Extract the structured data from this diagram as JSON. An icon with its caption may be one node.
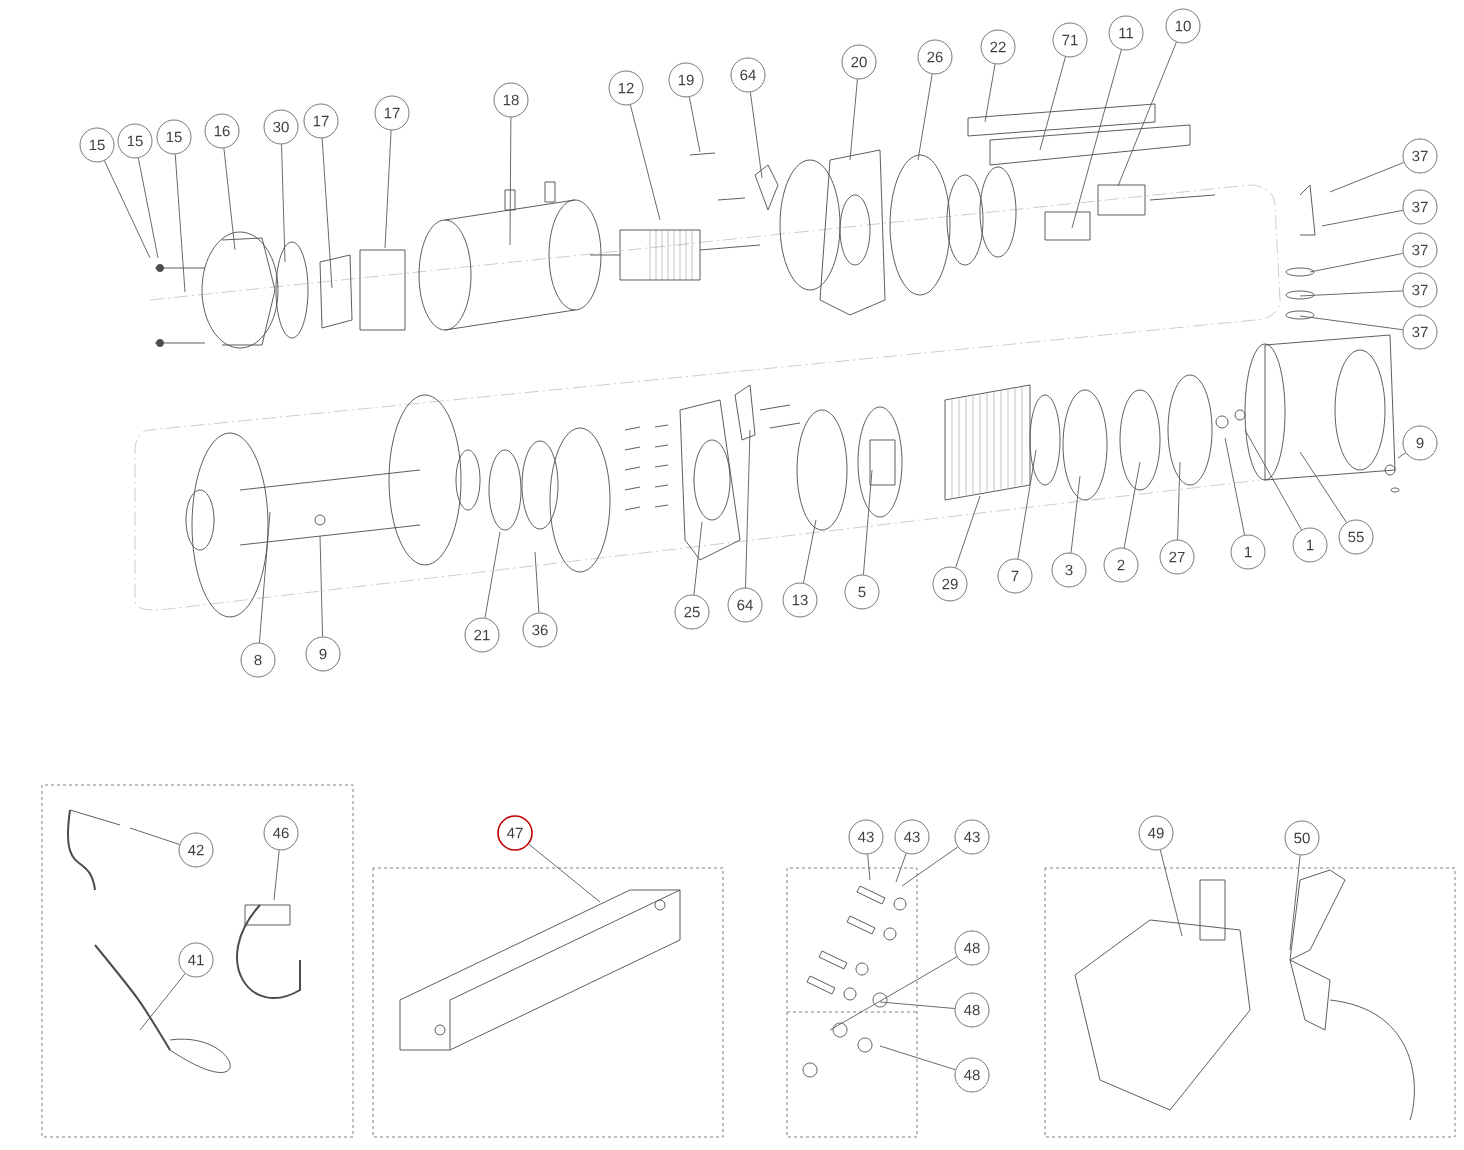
{
  "diagram": {
    "nodes": [
      {
        "text": [
          "15"
        ]
      },
      {
        "text": [
          "15"
        ]
      },
      {
        "text": [
          "15"
        ]
      },
      {
        "text": [
          "16"
        ]
      },
      {
        "text": [
          "30"
        ]
      },
      {
        "text": [
          "17"
        ]
      },
      {
        "text": [
          "17"
        ]
      },
      {
        "text": [
          "18"
        ]
      },
      {
        "text": [
          "12"
        ]
      },
      {
        "text": [
          "19"
        ]
      },
      {
        "text": [
          "64"
        ]
      },
      {
        "text": [
          "20"
        ]
      },
      {
        "text": [
          "26"
        ]
      },
      {
        "text": [
          "22"
        ]
      },
      {
        "text": [
          "71"
        ]
      },
      {
        "text": [
          "11"
        ]
      },
      {
        "text": [
          "10"
        ]
      },
      {
        "text": [
          "37"
        ]
      },
      {
        "text": [
          "37"
        ]
      },
      {
        "text": [
          "37"
        ]
      },
      {
        "text": [
          "37"
        ]
      },
      {
        "text": [
          "37"
        ]
      },
      {
        "text": [
          "9"
        ]
      },
      {
        "text": [
          "8"
        ]
      },
      {
        "text": [
          "9"
        ]
      },
      {
        "text": [
          "21"
        ]
      },
      {
        "text": [
          "36"
        ]
      },
      {
        "text": [
          "25"
        ]
      },
      {
        "text": [
          "64"
        ]
      },
      {
        "text": [
          "13"
        ]
      },
      {
        "text": [
          "5"
        ]
      },
      {
        "text": [
          "29"
        ]
      },
      {
        "text": [
          "7"
        ]
      },
      {
        "text": [
          "3"
        ]
      },
      {
        "text": [
          "2"
        ]
      },
      {
        "text": [
          "27"
        ]
      },
      {
        "text": [
          "1"
        ]
      },
      {
        "text": [
          "1"
        ]
      },
      {
        "text": [
          "55"
        ]
      },
      {
        "text": [
          "42"
        ]
      },
      {
        "text": [
          "46"
        ]
      },
      {
        "text": [
          "41"
        ]
      },
      {
        "text": [
          "47"
        ]
      },
      {
        "text": [
          "43"
        ]
      },
      {
        "text": [
          "43"
        ]
      },
      {
        "text": [
          "43"
        ]
      },
      {
        "text": [
          "48"
        ]
      },
      {
        "text": [
          "48"
        ]
      },
      {
        "text": [
          "48"
        ]
      },
      {
        "text": [
          "49"
        ]
      },
      {
        "text": [
          "50"
        ]
      }
    ],
    "edges": [
      {
        "from": 0,
        "to": null,
        "arrow": "none"
      },
      {
        "from": 1,
        "to": null,
        "arrow": "none"
      },
      {
        "from": 2,
        "to": null,
        "arrow": "none"
      },
      {
        "from": 3,
        "to": null,
        "arrow": "none"
      },
      {
        "from": 4,
        "to": null,
        "arrow": "none"
      },
      {
        "from": 5,
        "to": null,
        "arrow": "none"
      },
      {
        "from": 6,
        "to": null,
        "arrow": "none"
      },
      {
        "from": 7,
        "to": null,
        "arrow": "none"
      },
      {
        "from": 8,
        "to": null,
        "arrow": "none"
      },
      {
        "from": 9,
        "to": null,
        "arrow": "none"
      },
      {
        "from": 10,
        "to": null,
        "arrow": "none"
      },
      {
        "from": 11,
        "to": null,
        "arrow": "none"
      },
      {
        "from": 12,
        "to": null,
        "arrow": "none"
      },
      {
        "from": 13,
        "to": null,
        "arrow": "none"
      },
      {
        "from": 14,
        "to": null,
        "arrow": "none"
      },
      {
        "from": 15,
        "to": null,
        "arrow": "none"
      },
      {
        "from": 16,
        "to": null,
        "arrow": "none"
      },
      {
        "from": 17,
        "to": null,
        "arrow": "none"
      },
      {
        "from": 18,
        "to": null,
        "arrow": "none"
      },
      {
        "from": 19,
        "to": null,
        "arrow": "none"
      },
      {
        "from": 20,
        "to": null,
        "arrow": "none"
      },
      {
        "from": 21,
        "to": null,
        "arrow": "none"
      },
      {
        "from": 22,
        "to": null,
        "arrow": "none"
      },
      {
        "from": 23,
        "to": null,
        "arrow": "none"
      },
      {
        "from": 24,
        "to": null,
        "arrow": "none"
      },
      {
        "from": 25,
        "to": null,
        "arrow": "none"
      },
      {
        "from": 26,
        "to": null,
        "arrow": "none"
      },
      {
        "from": 27,
        "to": null,
        "arrow": "none"
      },
      {
        "from": 28,
        "to": null,
        "arrow": "none"
      },
      {
        "from": 29,
        "to": null,
        "arrow": "none"
      },
      {
        "from": 30,
        "to": null,
        "arrow": "none"
      },
      {
        "from": 31,
        "to": null,
        "arrow": "none"
      },
      {
        "from": 32,
        "to": null,
        "arrow": "none"
      },
      {
        "from": 33,
        "to": null,
        "arrow": "none"
      },
      {
        "from": 34,
        "to": null,
        "arrow": "none"
      },
      {
        "from": 35,
        "to": null,
        "arrow": "none"
      },
      {
        "from": 36,
        "to": null,
        "arrow": "none"
      },
      {
        "from": 37,
        "to": null,
        "arrow": "none"
      },
      {
        "from": 38,
        "to": null,
        "arrow": "none"
      },
      {
        "from": 39,
        "to": null,
        "arrow": "none"
      },
      {
        "from": 40,
        "to": null,
        "arrow": "none"
      },
      {
        "from": 41,
        "to": null,
        "arrow": "none"
      },
      {
        "from": 42,
        "to": null,
        "arrow": "none"
      },
      {
        "from": 43,
        "to": null,
        "arrow": "none"
      },
      {
        "from": 44,
        "to": null,
        "arrow": "none"
      },
      {
        "from": 45,
        "to": null,
        "arrow": "none"
      },
      {
        "from": 46,
        "to": null,
        "arrow": "none"
      },
      {
        "from": 47,
        "to": null,
        "arrow": "none"
      },
      {
        "from": 48,
        "to": null,
        "arrow": "none"
      },
      {
        "from": 49,
        "to": null,
        "arrow": "none"
      },
      {
        "from": 50,
        "to": null,
        "arrow": "none"
      }
    ]
  }
}
